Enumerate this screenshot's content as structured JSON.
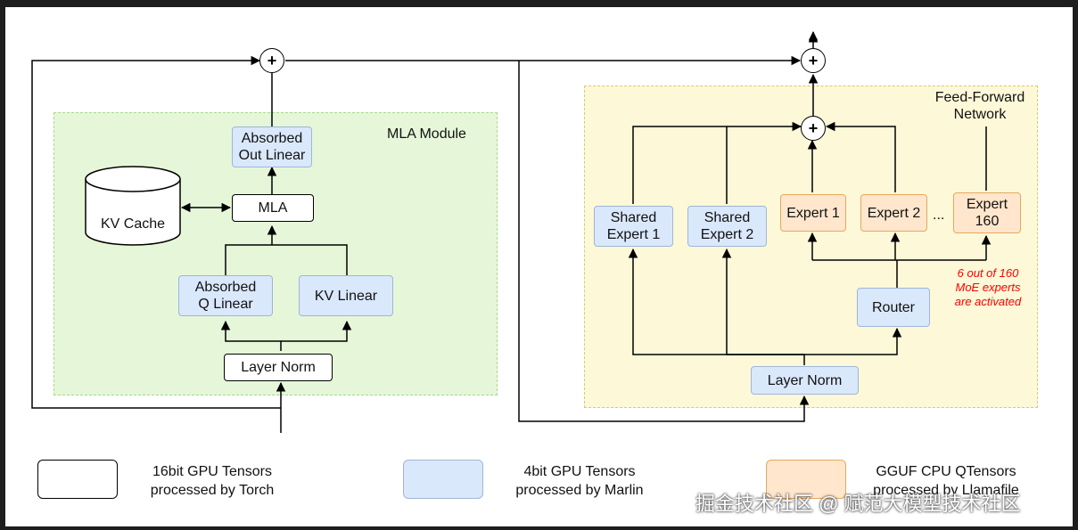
{
  "regions": {
    "mla_label": "MLA Module",
    "ffn_label": "Feed-Forward\nNetwork"
  },
  "mla": {
    "absorbed_out_linear": "Absorbed\nOut Linear",
    "mla": "MLA",
    "kv_cache": "KV Cache",
    "absorbed_q_linear": "Absorbed\nQ Linear",
    "kv_linear": "KV Linear",
    "layer_norm": "Layer Norm"
  },
  "ffn": {
    "shared_expert_1": "Shared\nExpert 1",
    "shared_expert_2": "Shared\nExpert 2",
    "expert_1": "Expert 1",
    "expert_2": "Expert 2",
    "ellipsis": "...",
    "expert_160": "Expert\n160",
    "router": "Router",
    "layer_norm": "Layer Norm",
    "note": "6 out of 160\nMoE experts\nare activated"
  },
  "plus_symbol": "+",
  "legend": {
    "gpu16": "16bit GPU Tensors\nprocessed by Torch",
    "gpu4": "4bit GPU Tensors\nprocessed by Marlin",
    "cpu": "GGUF CPU QTensors\nprocessed by Llamafile"
  },
  "watermark": "掘金技术社区 @ 赋范大模型技术社区",
  "colors": {
    "white_fill": "#ffffff",
    "blue_fill": "#dae8fc",
    "orange_fill": "#ffe6cc",
    "mla_region": "#e6f7d9",
    "ffn_region": "#fdf8d8",
    "note_red": "#ff0000"
  }
}
